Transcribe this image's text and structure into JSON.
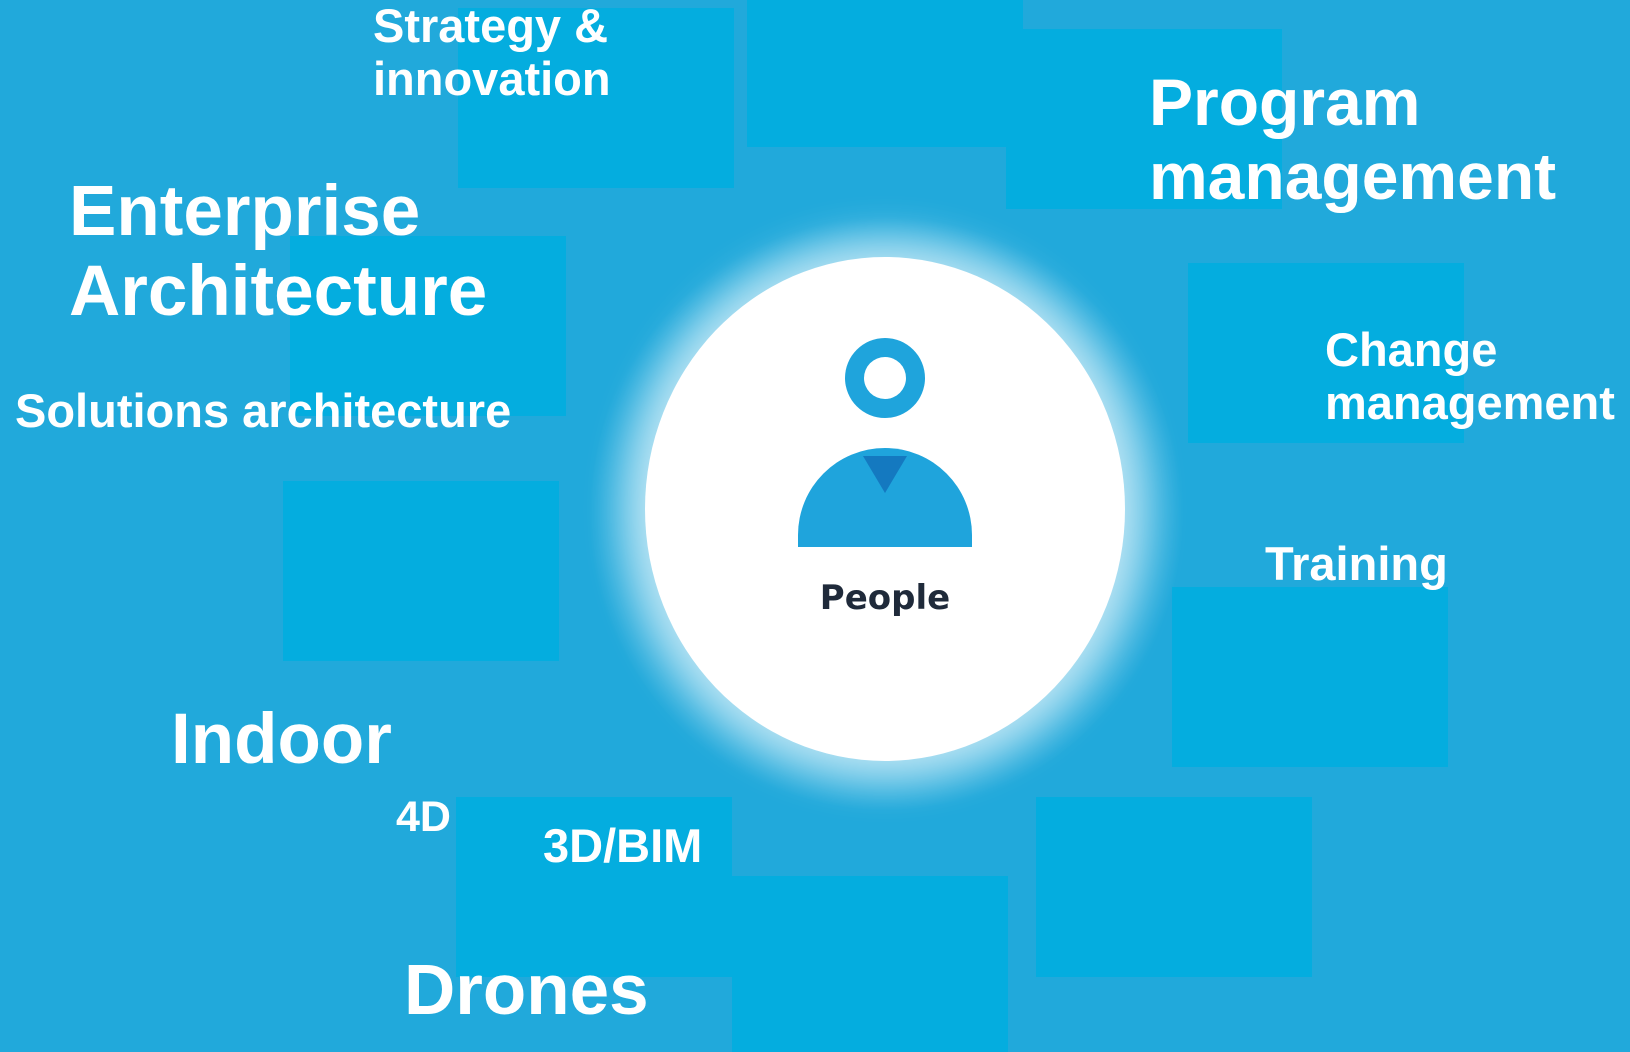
{
  "colors": {
    "background": "#21a9db",
    "tile": "#04addf",
    "label_text": "#ffffff",
    "hub": "#ffffff",
    "icon_fill": "#1fa4dc",
    "icon_accent": "#1479c0",
    "hub_label_text": "#1f2a3a"
  },
  "hub": {
    "label": "People",
    "icon": "person-icon"
  },
  "labels": {
    "strategy_innovation": "Strategy &\ninnovation",
    "program_management": "Program\nmanagement",
    "enterprise_architecture": "Enterprise\nArchitecture",
    "solutions_architecture": "Solutions architecture",
    "change_management": "Change\nmanagement",
    "training": "Training",
    "indoor": "Indoor",
    "four_d": "4D",
    "three_d_bim": "3D/BIM",
    "drones": "Drones"
  }
}
